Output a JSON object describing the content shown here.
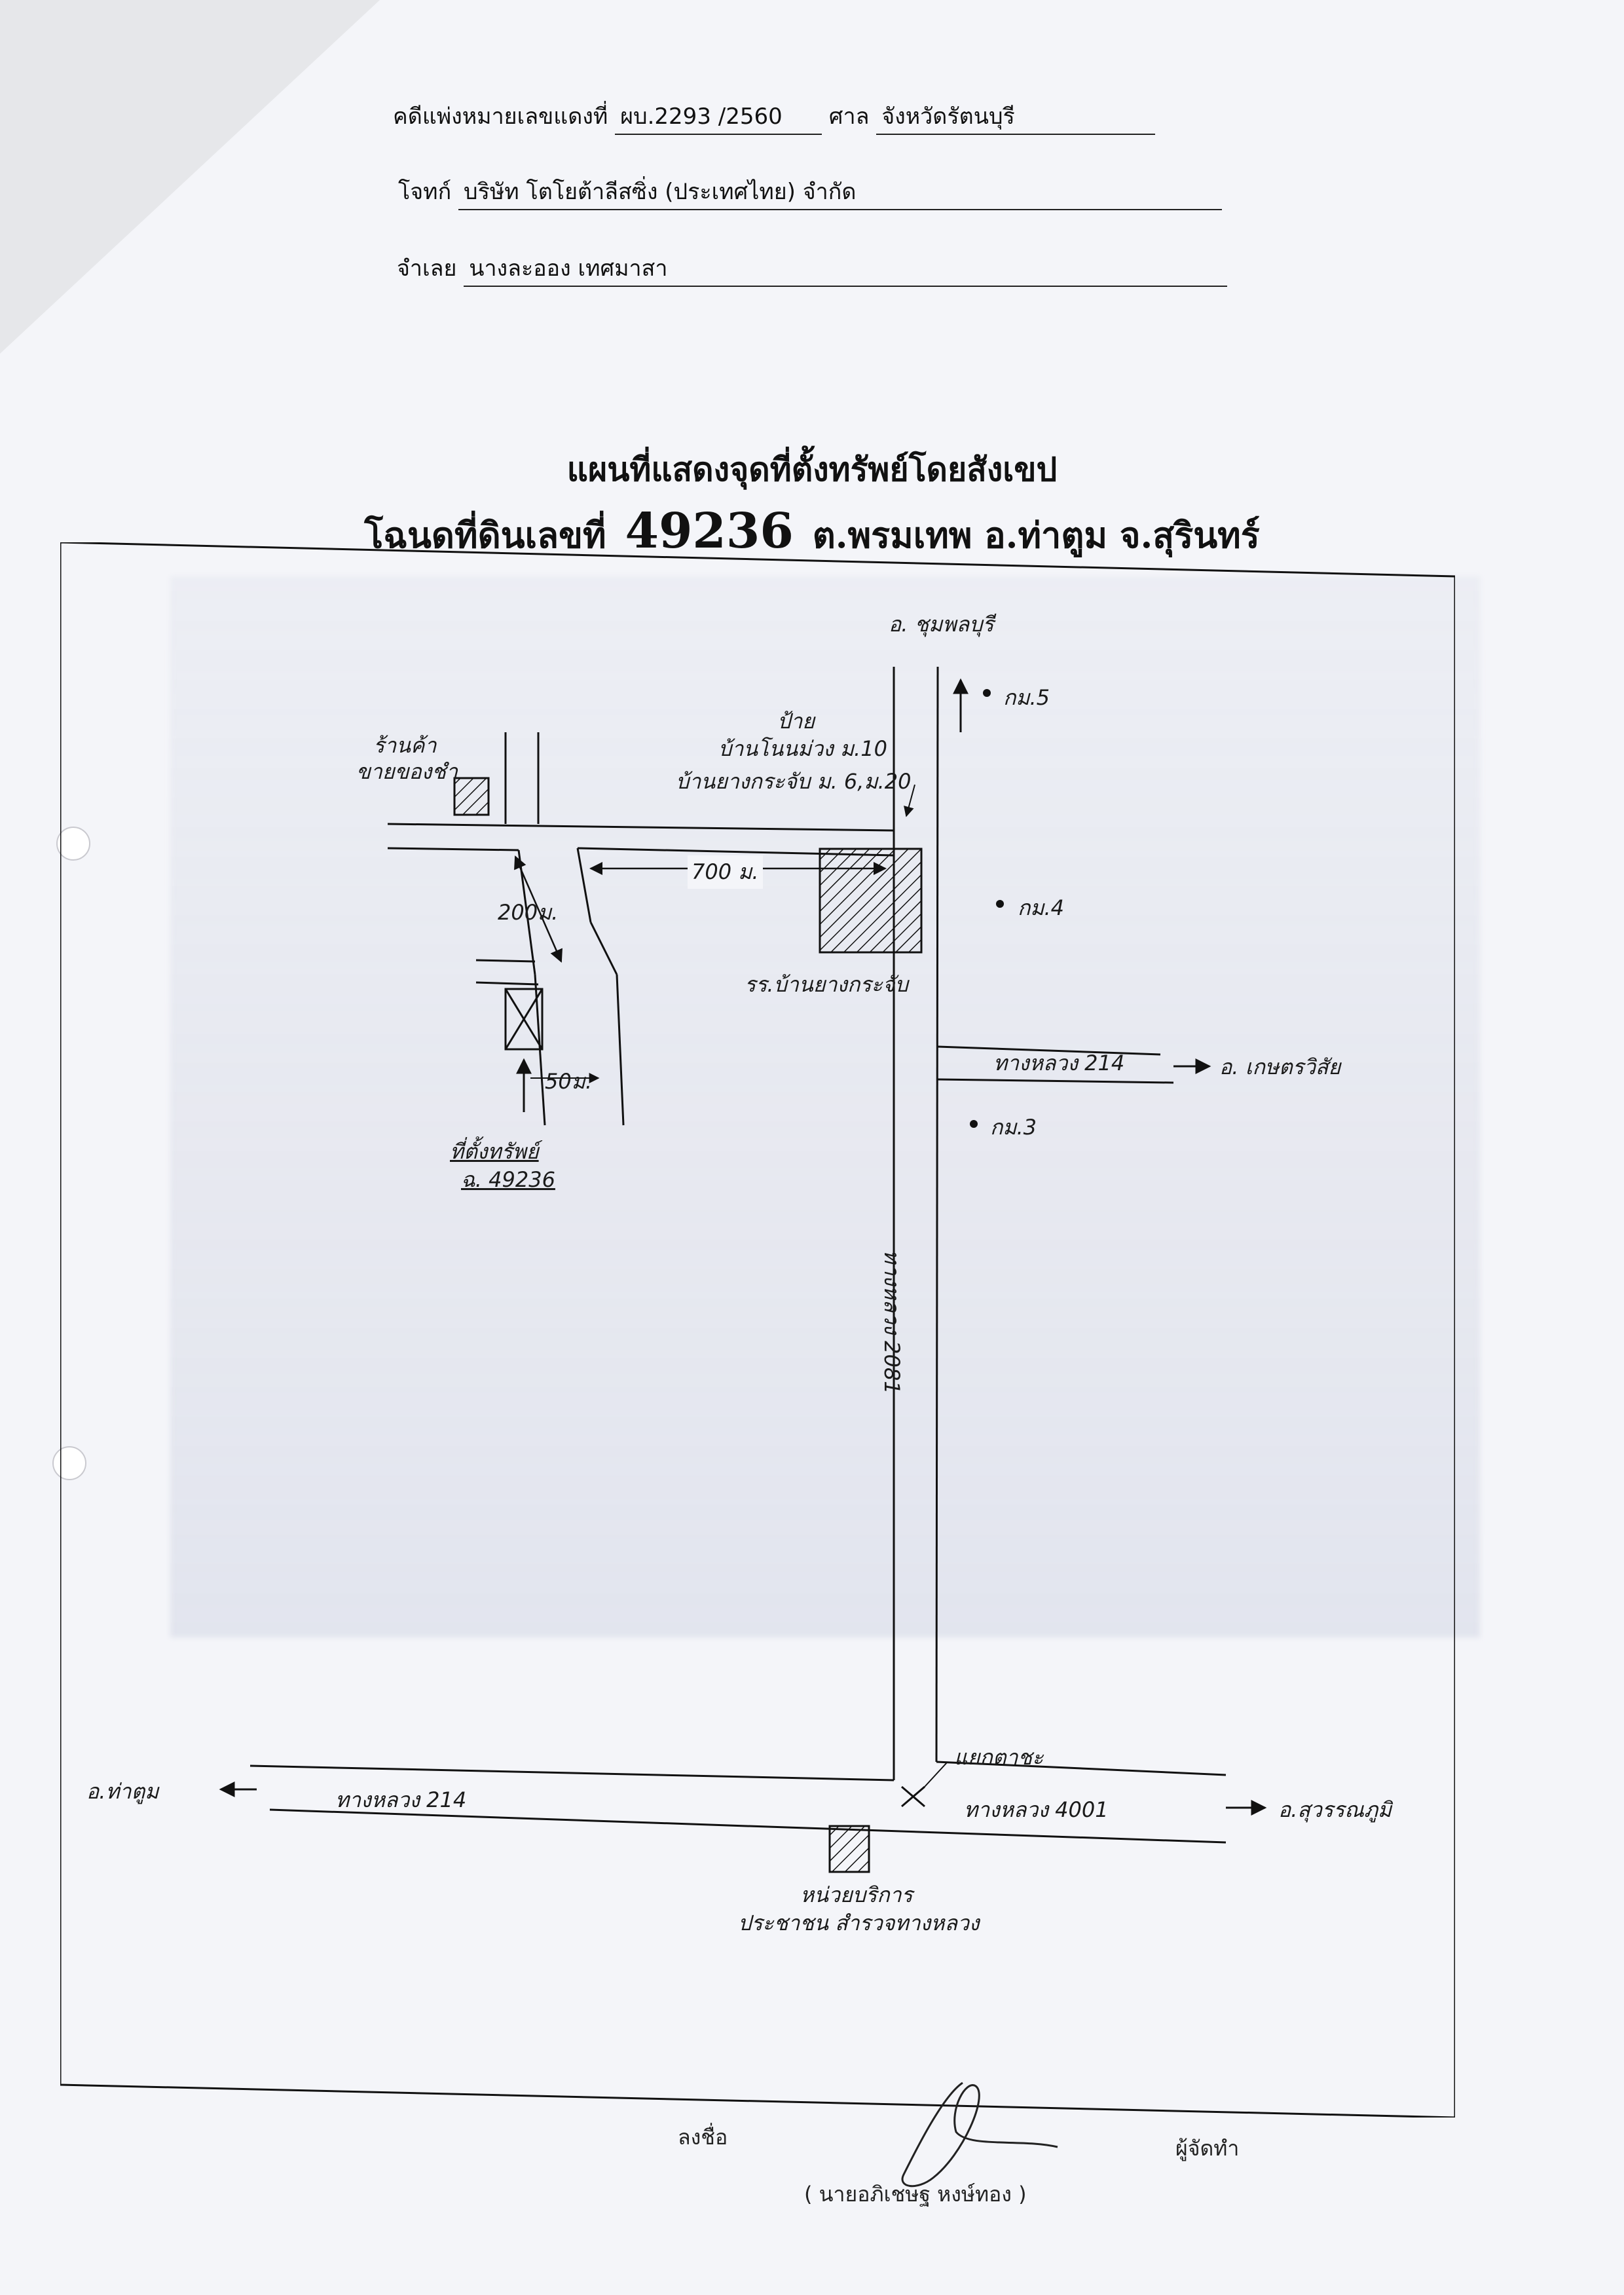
{
  "header": {
    "case_label": "คดีแพ่งหมายเลขแดงที่",
    "case_number": "ผบ.2293 /2560",
    "court_label": "ศาล",
    "court_name": "จังหวัดรัตนบุรี",
    "plaintiff_label": "โจทก์",
    "plaintiff_name": "บริษัท โตโยต้าลีสซิ่ง (ประเทศไทย) จำกัด",
    "defendant_label": "จำเลย",
    "defendant_name": "นางละออง เทศมาสา"
  },
  "title": {
    "line1": "แผนที่แสดงจุดที่ตั้งทรัพย์โดยสังเขป",
    "line2_prefix": "โฉนดที่ดินเลขที่",
    "deed_number": "49236",
    "line2_suffix": "ต.พรมเทพ อ.ท่าตูม จ.สุรินทร์"
  },
  "map": {
    "north_dest": "อ. ชุมพลบุรี",
    "km5": "กม.5",
    "km4": "กม.4",
    "km3": "กม.3",
    "sign": "ป้าย",
    "village1": "บ้านโนนม่วง ม.10",
    "village2": "บ้านยางกระจับ ม. 6,ม.20",
    "shop_line1": "ร้านค้า",
    "shop_line2": "ขายของชำ",
    "dist_700": "700 ม.",
    "dist_200": "200ม.",
    "dist_50": "50ม.",
    "school": "รร.บ้านยางกระจับ",
    "road214_east": "ทางหลวง 214",
    "east_dest": "อ. เกษตรวิสัย",
    "road2081": "ทางหลวง 2081",
    "property_line1": "ที่ตั้งทรัพย์",
    "property_line2": "ฉ. 49236",
    "junction": "แยกตาชะ",
    "west_dest": "อ.ท่าตูม",
    "road214_south": "ทางหลวง 214",
    "road4001": "ทางหลวง 4001",
    "southeast_dest": "อ.สุวรรณภูมิ",
    "service_line1": "หน่วยบริการ",
    "service_line2": "ประชาชน สำรวจทางหลวง"
  },
  "footer": {
    "sign_label": "ลงชื่อ",
    "preparer_label": "ผู้จัดทำ",
    "preparer_name": "( นายอภิเชษฐ หงษ์ทอง )"
  }
}
